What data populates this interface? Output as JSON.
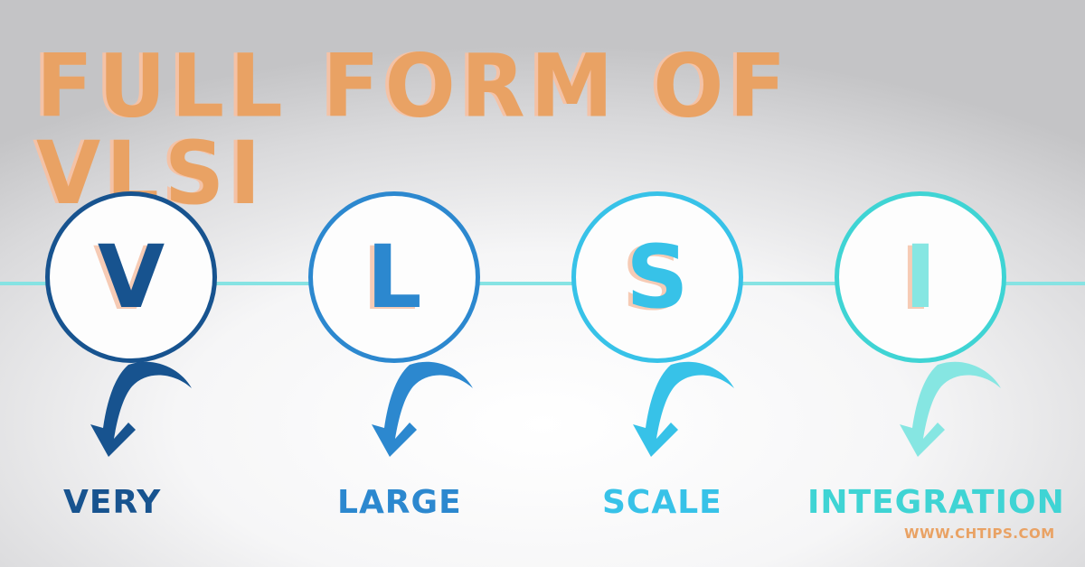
{
  "title": "FULL FORM OF VLSI",
  "colors": {
    "title": "#e9a264",
    "title_shadow": "#f4c2a6",
    "connector_line": "#86e3e3",
    "letter_shadow": "#f6cbb5"
  },
  "items": [
    {
      "letter": "V",
      "word": "VERY",
      "color": "#17538f",
      "icon": "curved-arrow-down-icon"
    },
    {
      "letter": "L",
      "word": "LARGE",
      "color": "#2c88cf",
      "icon": "curved-arrow-down-icon"
    },
    {
      "letter": "S",
      "word": "SCALE",
      "color": "#37c2e8",
      "icon": "curved-arrow-down-icon"
    },
    {
      "letter": "I",
      "word": "INTEGRATION",
      "color": "#3fd4d4",
      "arrow_color": "#86e6e2",
      "icon": "curved-arrow-down-icon"
    }
  ],
  "footer": {
    "website": "WWW.CHTIPS.COM"
  }
}
